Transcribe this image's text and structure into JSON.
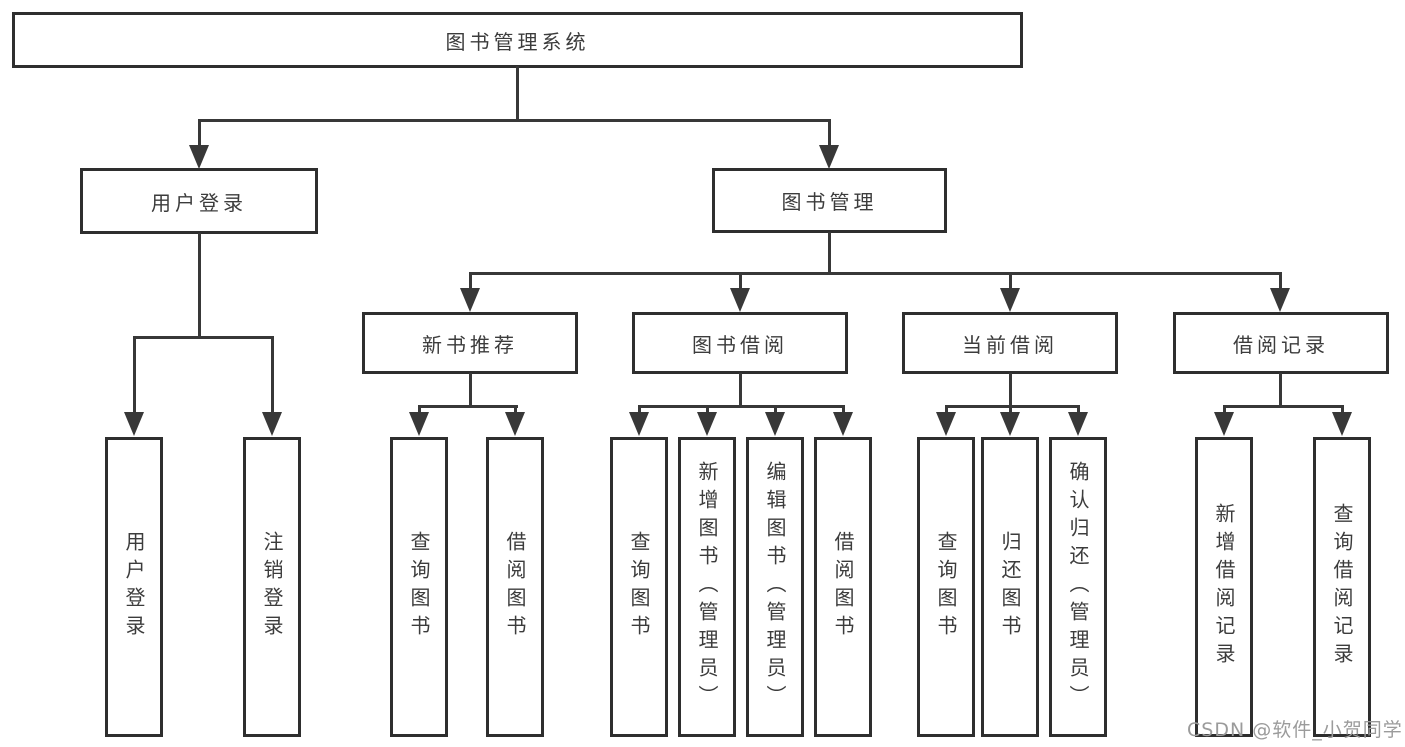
{
  "tree": {
    "label": "图书管理系统",
    "children": [
      {
        "label": "用户登录",
        "children": [
          {
            "label": "用户登录"
          },
          {
            "label": "注销登录"
          }
        ]
      },
      {
        "label": "图书管理",
        "children": [
          {
            "label": "新书推荐",
            "children": [
              {
                "label": "查询图书"
              },
              {
                "label": "借阅图书"
              }
            ]
          },
          {
            "label": "图书借阅",
            "children": [
              {
                "label": "查询图书"
              },
              {
                "label": "新增图书（管理员）"
              },
              {
                "label": "编辑图书（管理员）"
              },
              {
                "label": "借阅图书"
              }
            ]
          },
          {
            "label": "当前借阅",
            "children": [
              {
                "label": "查询图书"
              },
              {
                "label": "归还图书"
              },
              {
                "label": "确认归还（管理员）"
              }
            ]
          },
          {
            "label": "借阅记录",
            "children": [
              {
                "label": "新增借阅记录"
              },
              {
                "label": "查询借阅记录"
              }
            ]
          }
        ]
      }
    ]
  },
  "watermark": {
    "text": "CSDN @软件_小贺同学"
  },
  "colors": {
    "bg": "#ffffff",
    "line": "#383838",
    "border": "#2e2e2e",
    "text": "#3c3c3c",
    "watermark": "#9b9b9b"
  }
}
